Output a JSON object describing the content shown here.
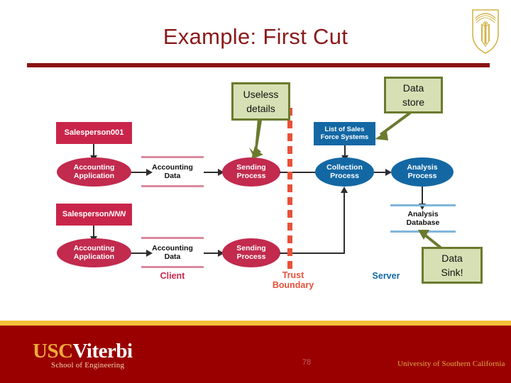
{
  "slide": {
    "title": "Example: First Cut",
    "page_number": "78",
    "accent_color": "#8b1313",
    "footer_bg": "#9a0000",
    "gold": "#f2c03a"
  },
  "logo": {
    "crest_name": "usc-shield-crest",
    "wordmark_usc": "USC",
    "wordmark_viterbi": "Viterbi",
    "sub": "School of Engineering",
    "university": "University of Southern California"
  },
  "diagram": {
    "type": "data-flow-diagram",
    "nodes": [
      {
        "id": "salesperson001",
        "label": "Salesperson001",
        "shape": "rectangle",
        "color": "#c9254b",
        "zone": "client"
      },
      {
        "id": "accounting-application-top",
        "label": "Accounting Application",
        "shape": "ellipse",
        "color": "#c22a4e",
        "zone": "client"
      },
      {
        "id": "accounting-data-top",
        "label": "Accounting Data",
        "shape": "data-store",
        "color": "#d98a9e",
        "zone": "client"
      },
      {
        "id": "sending-process-top",
        "label": "Sending Process",
        "shape": "ellipse",
        "color": "#c22a4e",
        "zone": "client"
      },
      {
        "id": "salespersonnnn",
        "label": "SalespersonNNN",
        "shape": "rectangle",
        "color": "#c9254b",
        "zone": "client"
      },
      {
        "id": "accounting-application-bottom",
        "label": "Accounting Application",
        "shape": "ellipse",
        "color": "#c22a4e",
        "zone": "client"
      },
      {
        "id": "accounting-data-bottom",
        "label": "Accounting Data",
        "shape": "data-store",
        "color": "#d98a9e",
        "zone": "client"
      },
      {
        "id": "sending-process-bottom",
        "label": "Sending Process",
        "shape": "ellipse",
        "color": "#c22a4e",
        "zone": "client"
      },
      {
        "id": "list-of-sales-force-systems",
        "label": "List of Sales Force Systems",
        "shape": "rectangle",
        "color": "#1368a4",
        "zone": "server"
      },
      {
        "id": "collection-process",
        "label": "Collection Process",
        "shape": "ellipse",
        "color": "#1368a4",
        "zone": "server"
      },
      {
        "id": "analysis-process",
        "label": "Analysis Process",
        "shape": "ellipse",
        "color": "#1368a4",
        "zone": "server"
      },
      {
        "id": "analysis-database",
        "label": "Analysis Database",
        "shape": "data-store",
        "color": "#7fb6dc",
        "zone": "server"
      }
    ],
    "node_labels": {
      "salesperson001_line1": "Salesperson001",
      "accounting_application_line1": "Accounting",
      "accounting_application_line2": "Application",
      "accounting_data_line1": "Accounting",
      "accounting_data_line2": "Data",
      "sending_process_line1": "Sending",
      "sending_process_line2": "Process",
      "salespersonnnn_prefix": "Salesperson",
      "salespersonnnn_suffix": "NNN",
      "list_of_sales_line1": "List of Sales",
      "list_of_sales_line2": "Force Systems",
      "collection_process_line1": "Collection",
      "collection_process_line2": "Process",
      "analysis_process_line1": "Analysis",
      "analysis_process_line2": "Process",
      "analysis_database_line1": "Analysis",
      "analysis_database_line2": "Database"
    },
    "zones": {
      "client": "Client",
      "trust_line1": "Trust",
      "trust_line2": "Boundary",
      "server": "Server",
      "trust_boundary_color": "#e8513a"
    }
  },
  "annotations": {
    "box_fill": "#d6e0b4",
    "box_border": "#6b7a2e",
    "useless": {
      "line1": "Useless",
      "line2": "details",
      "target": "sending-process-top"
    },
    "datastore": {
      "line1": "Data",
      "line2": "store",
      "target": "list-of-sales-force-systems"
    },
    "datasink": {
      "line1": "Data",
      "line2": "Sink!",
      "target": "analysis-database"
    }
  }
}
